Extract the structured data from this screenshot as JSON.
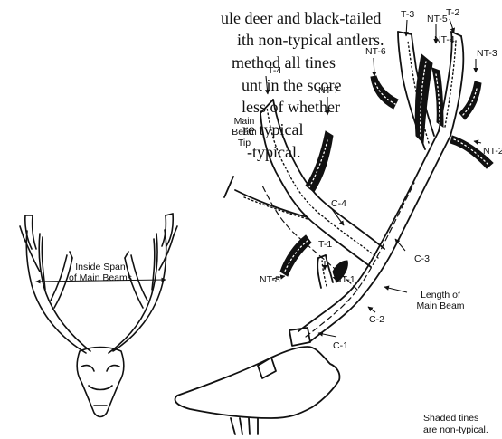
{
  "intro_lines": [
    "ule deer and black-tailed",
    "ith non-typical antlers.",
    " method all tines",
    "unt in the score",
    "less of whether",
    "re typical",
    "-typical."
  ],
  "span_label": [
    "Inside Span",
    "of Main Beams"
  ],
  "main_beam_tip_label": [
    "Main",
    "Beam",
    "Tip"
  ],
  "length_label": [
    "Length of",
    "Main Beam"
  ],
  "shaded_note": [
    "Shaded tines",
    "are non-typical."
  ],
  "tine_labels": {
    "t1": "T-1",
    "t2": "T-2",
    "t3": "T-3",
    "t4": "T-4",
    "nt1": "NT-1",
    "nt2": "NT-2",
    "nt3": "NT-3",
    "nt4": "NT-4",
    "nt5": "NT-5",
    "nt6": "NT-6",
    "nt7": "NT-7",
    "nt8": "NT-8",
    "c1": "C-1",
    "c2": "C-2",
    "c3": "C-3",
    "c4": "C-4"
  },
  "colors": {
    "ink": "#111111",
    "shaded_tine": "#111111",
    "background": "#ffffff"
  }
}
